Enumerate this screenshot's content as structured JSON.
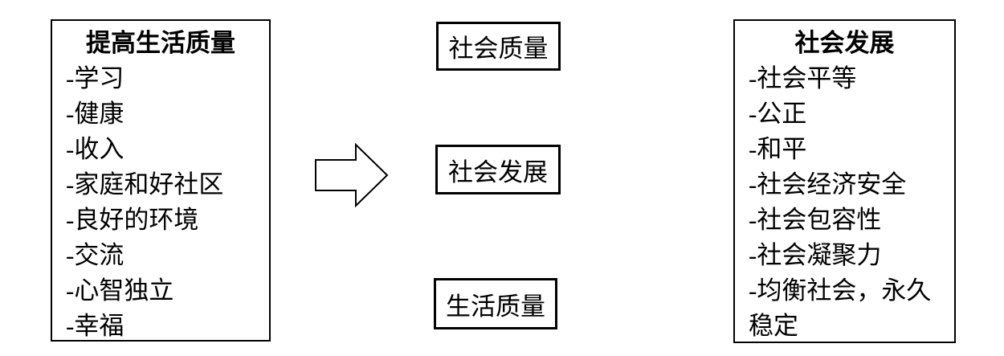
{
  "diagram": {
    "source_box": {
      "title": "提高生活质量",
      "items": [
        "-学习",
        "-健康",
        "-收入",
        "-家庭和好社区",
        "-良好的环境",
        "-交流",
        "-心智独立",
        "-幸福"
      ]
    },
    "arrow": {
      "type": "block-arrow-right"
    },
    "middle_boxes": [
      {
        "label": "社会质量"
      },
      {
        "label": "社会发展"
      },
      {
        "label": "生活质量"
      }
    ],
    "result_box": {
      "title": "社会发展",
      "items": [
        "-社会平等",
        "-公正",
        "-和平",
        "-社会经济安全",
        "-社会包容性",
        "-社会凝聚力",
        "-均衡社会，永久稳定"
      ]
    },
    "colors": {
      "border": "#000000",
      "text": "#000000",
      "background": "#ffffff"
    }
  }
}
